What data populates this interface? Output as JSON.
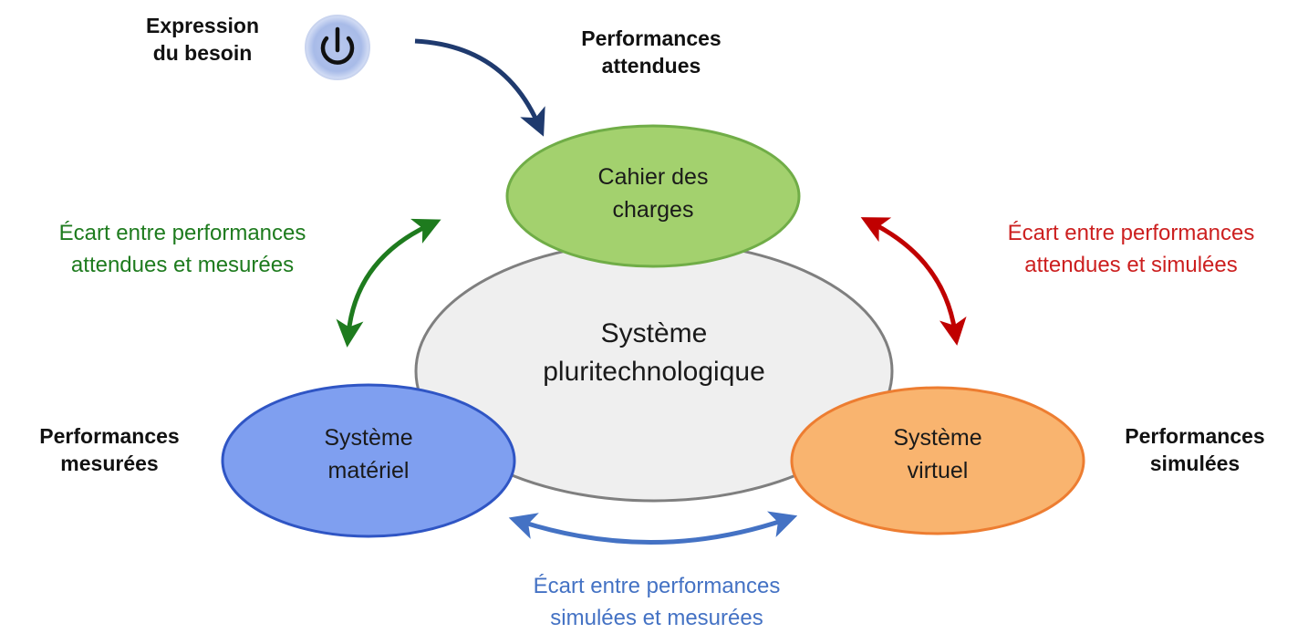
{
  "nodes": {
    "central": {
      "label": "Système\npluritechnologique"
    },
    "cahier": {
      "label": "Cahier des\ncharges"
    },
    "materiel": {
      "label": "Système\nmatériel"
    },
    "virtuel": {
      "label": "Système\nvirtuel"
    }
  },
  "labels": {
    "expression": "Expression\ndu besoin",
    "perf_attendues": "Performances\nattendues",
    "perf_mesurees": "Performances\nmesurées",
    "perf_simulees": "Performances\nsimulées"
  },
  "gaps": {
    "attendues_mesurees": {
      "text": "Écart entre performances\nattendues et mesurées",
      "color": "#1e7b1e"
    },
    "attendues_simulees": {
      "text": "Écart entre performances\nattendues et simulées",
      "color": "#cc1f1f"
    },
    "simulees_mesurees": {
      "text": "Écart entre performances\nsimulées et mesurées",
      "color": "#4472c4"
    }
  },
  "icons": {
    "start": "power-icon"
  },
  "colors": {
    "cahier_fill": "#a3d16e",
    "cahier_stroke": "#70ad47",
    "materiel_fill": "#7f9ff0",
    "materiel_stroke": "#2f55c4",
    "virtuel_fill": "#f9b46f",
    "virtuel_stroke": "#ed7d31",
    "central_fill": "#efefef",
    "central_stroke": "#7f7f7f",
    "arrow_dark_blue": "#1f3a6e"
  }
}
